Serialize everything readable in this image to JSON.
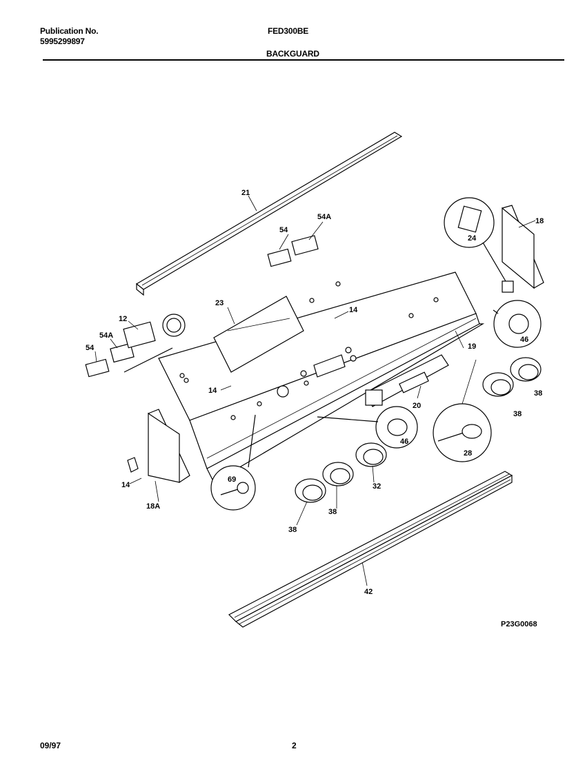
{
  "header": {
    "publication_label": "Publication No.",
    "publication_number": "5995299897",
    "model": "FED300BE",
    "section": "BACKGUARD"
  },
  "diagram": {
    "callouts": {
      "c21": "21",
      "c54a_top": "54A",
      "c54_top": "54",
      "c18": "18",
      "c24": "24",
      "c23": "23",
      "c14_mid": "14",
      "c12": "12",
      "c54a_left": "54A",
      "c54_left": "54",
      "c46_right": "46",
      "c19": "19",
      "c14_left": "14",
      "c38_right_a": "38",
      "c20": "20",
      "c38_right_b": "38",
      "c46_mid": "46",
      "c28": "28",
      "c69": "69",
      "c32": "32",
      "c14_bottom": "14",
      "c18a": "18A",
      "c38_mid": "38",
      "c38_low": "38",
      "c42": "42"
    },
    "figure_code": "P23G0068"
  },
  "footer": {
    "date": "09/97",
    "page": "2"
  }
}
